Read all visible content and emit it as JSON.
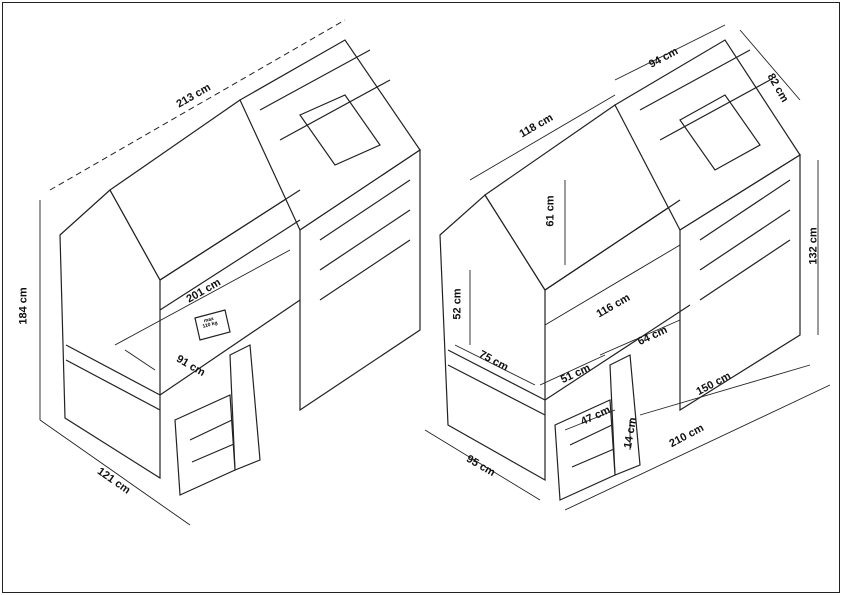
{
  "left_view": {
    "dimensions": {
      "length_top": "213 cm",
      "height": "184 cm",
      "inner_length": "201 cm",
      "inner_width": "91 cm",
      "width": "121 cm"
    },
    "weight_badge": {
      "line1": "max",
      "line2": "110 kg"
    }
  },
  "right_view": {
    "dimensions": {
      "roof_length": "118 cm",
      "roof_top": "94 cm",
      "roof_depth": "82 cm",
      "roof_height": "61 cm",
      "side_height": "132 cm",
      "rail_height": "52 cm",
      "opening_length": "116 cm",
      "mattress_width": "75 cm",
      "gap": "64 cm",
      "ladder_offset": "51 cm",
      "lower_length": "150 cm",
      "step_width": "47 cm",
      "step_height": "14 cm",
      "total_length": "210 cm",
      "total_width": "95 cm"
    }
  }
}
